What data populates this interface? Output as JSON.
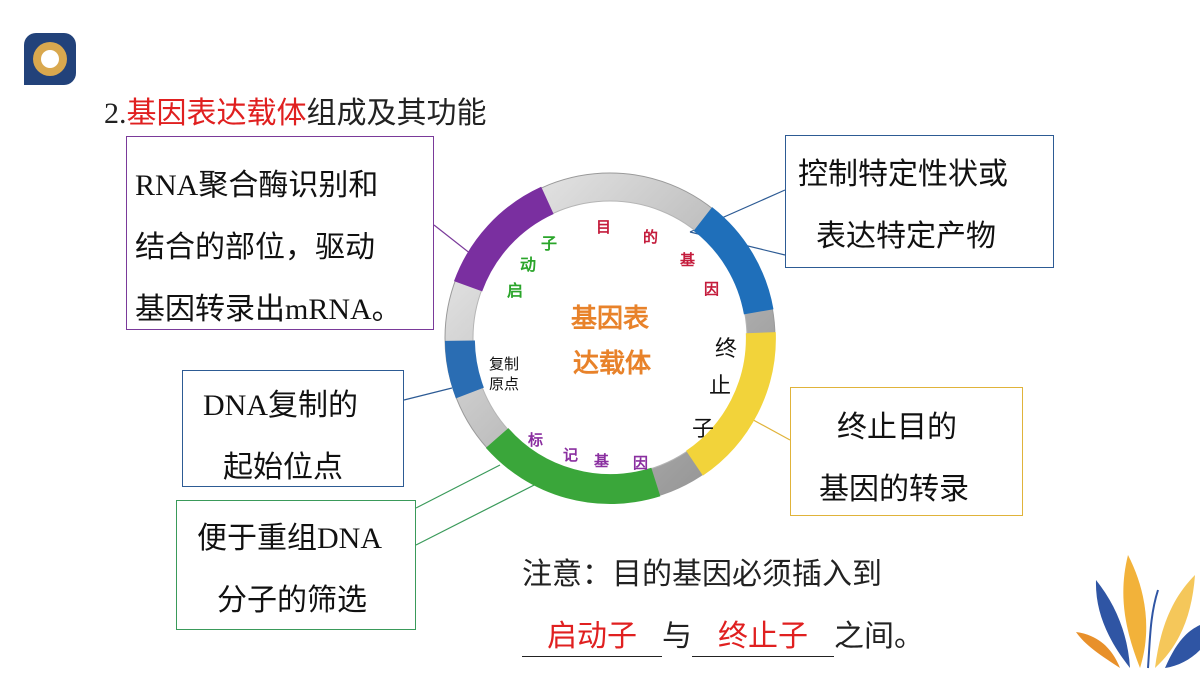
{
  "title": {
    "number": "2.",
    "highlight": "基因表达载体",
    "rest": "组成及其功能"
  },
  "plasmid": {
    "center": [
      "基因表",
      "达载体"
    ],
    "promoter": [
      "启",
      "动",
      "子"
    ],
    "target_gene": [
      "目",
      "的",
      "基",
      "因"
    ],
    "terminator": [
      "终",
      "止",
      "子"
    ],
    "marker_gene": [
      "标",
      "记",
      "基",
      "因"
    ],
    "origin": [
      "复制",
      "原点"
    ]
  },
  "boxes": {
    "promoter": [
      "RNA聚合酶识别和",
      "结合的部位，驱动",
      "基因转录出mRNA。"
    ],
    "marker": [
      "控制特定性状或",
      "表达特定产物"
    ],
    "origin": [
      "DNA复制的",
      "起始位点"
    ],
    "terminator": [
      "终止目的",
      "基因的转录"
    ],
    "selection": [
      "便于重组DNA",
      "分子的筛选"
    ]
  },
  "note": {
    "line1": "注意：目的基因必须插入到",
    "answer1": "启动子",
    "connector": "与",
    "answer2": "终止子",
    "suffix": "之间。"
  },
  "colors": {
    "accent_red": "#e02020",
    "promoter": "#7a2fa0",
    "target_gene": "#1f6fba",
    "terminator": "#f2d33a",
    "marker_gene": "#3aa63a",
    "origin": "#2a6db3",
    "center_text": "#e8822a"
  }
}
